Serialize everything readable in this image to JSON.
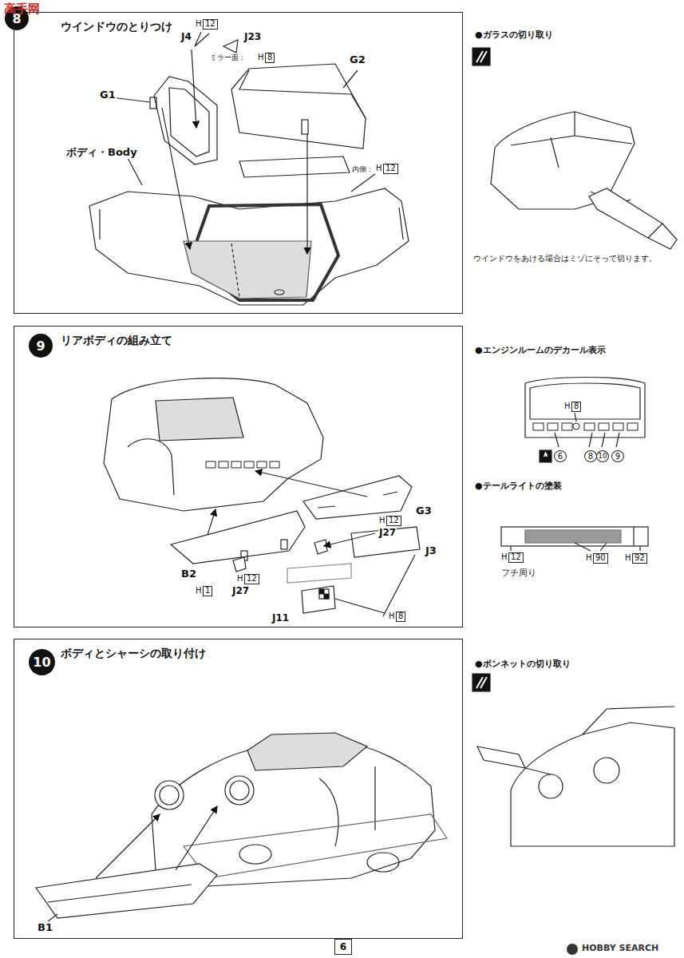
{
  "diagram": {
    "nodes": [
      {
        "text": [
          "ウインドウのとりつけ"
        ]
      },
      {
        "text": [
          "8"
        ],
        "in": 0
      },
      {
        "text": [
          "リアボディの組み立て"
        ]
      },
      {
        "text": [
          "9"
        ],
        "in": 2
      },
      {
        "text": [
          "ボディとシャーシの取り付け"
        ]
      },
      {
        "text": [
          "10"
        ],
        "in": 4
      },
      {
        "text": [
          "6"
        ]
      }
    ],
    "labels": [
      "高手网",
      "H",
      "12",
      "J4",
      "J23",
      "ミラー面：",
      "H",
      "8",
      "G1",
      "G2",
      "ボディ・Body",
      "内側：",
      "H",
      "12",
      "●ガラスの切り取り",
      "ウインドウをあける場合はミゾにそって切ります。",
      "●エンジンルームのデカール表示",
      "H",
      "8",
      "6",
      "8",
      "10",
      "9",
      "●テールライトの塗装",
      "H",
      "12",
      "フチ周り",
      "H",
      "90",
      "H",
      "92",
      "●ボンネットの切り取り",
      "G3",
      "H",
      "12",
      "J27",
      "J3",
      "B2",
      "H",
      "1",
      "H",
      "12",
      "J27",
      "H",
      "8",
      "J11",
      "B1",
      "HOBBY SEARCH"
    ]
  }
}
